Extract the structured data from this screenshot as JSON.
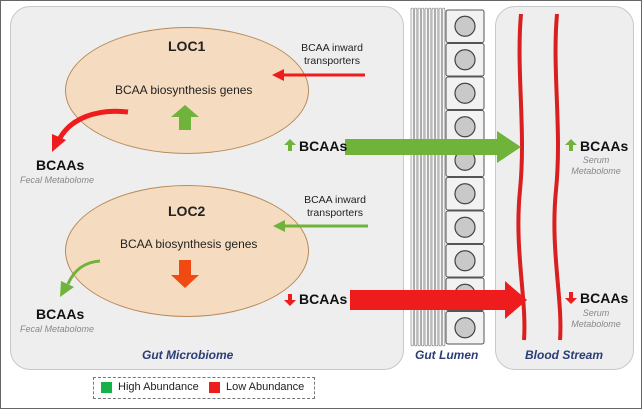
{
  "loc1": {
    "title": "LOC1",
    "genes": "BCAA biosynthesis genes",
    "transporter": [
      "BCAA inward",
      "transporters"
    ],
    "fecal_label": "BCAAs",
    "fecal_sub": "Fecal Metabolome",
    "lumen_label": "BCAAs",
    "serum_label": "BCAAs",
    "serum_sub": [
      "Serum",
      "Metabolome"
    ]
  },
  "loc2": {
    "title": "LOC2",
    "genes": "BCAA biosynthesis genes",
    "transporter": [
      "BCAA inward",
      "transporters"
    ],
    "fecal_label": "BCAAs",
    "fecal_sub": "Fecal Metabolome",
    "lumen_label": "BCAAs",
    "serum_label": "BCAAs",
    "serum_sub": [
      "Serum",
      "Metabolome"
    ]
  },
  "regions": {
    "microbiome": "Gut Microbiome",
    "lumen": "Gut Lumen",
    "blood": "Blood Stream"
  },
  "legend": {
    "high": "High Abundance",
    "low": "Low Abundance"
  },
  "colors": {
    "high": "#6fb33a",
    "low": "#ee1c1c",
    "ellipse_fill": "#f5dcc0",
    "panel": "#eeeeee",
    "vessel": "#d91f1f",
    "region_text": "#2b3d77"
  }
}
